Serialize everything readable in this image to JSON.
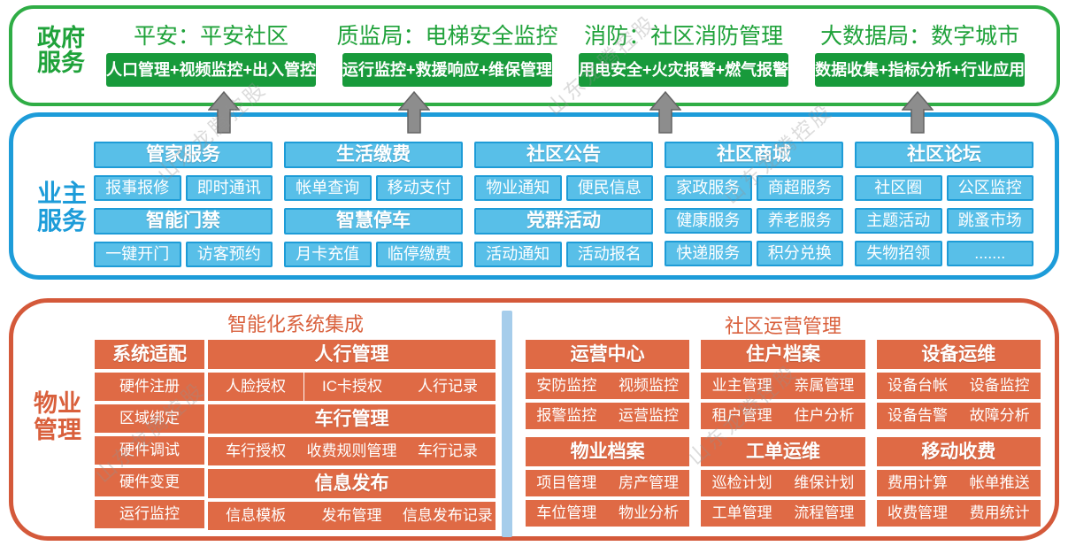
{
  "watermark": {
    "text": "山东龙腾控股"
  },
  "colors": {
    "green_accent": "#1FA23A",
    "green_button": "#189A3B",
    "green_border": "#2FAD45",
    "blue_accent": "#1D9CD9",
    "blue_fill": "#58BFE8",
    "orange_accent": "#D9603C",
    "orange_fill": "#DF6A45",
    "orange_border": "#D4593A",
    "divider_blue": "#A6CDEB",
    "arrow_gray": "#8D8D8D"
  },
  "government": {
    "label": [
      "政府",
      "服务"
    ],
    "columns": [
      {
        "title": "平安：平安社区",
        "button": "人口管理+视频监控+出入管控"
      },
      {
        "title": "质监局：电梯安全监控",
        "button": "运行监控+救援响应+维保管理"
      },
      {
        "title": "消防：社区消防管理",
        "button": "用电安全+火灾报警+燃气报警"
      },
      {
        "title": "大数据局：数字城市",
        "button": "数据收集+指标分析+行业应用"
      }
    ]
  },
  "owner": {
    "label": [
      "业主",
      "服务"
    ],
    "columns": [
      {
        "header1": "管家服务",
        "row1": [
          "报事报修",
          "即时通讯"
        ],
        "header2": "智能门禁",
        "row2": [
          "一键开门",
          "访客预约"
        ]
      },
      {
        "header1": "生活缴费",
        "row1": [
          "帐单查询",
          "移动支付"
        ],
        "header2": "智慧停车",
        "row2": [
          "月卡充值",
          "临停缴费"
        ]
      },
      {
        "header1": "社区公告",
        "row1": [
          "物业通知",
          "便民信息"
        ],
        "header2": "党群活动",
        "row2": [
          "活动通知",
          "活动报名"
        ]
      },
      {
        "header1": "社区商城",
        "row1": [
          "家政服务",
          "商超服务"
        ],
        "row2": [
          "健康服务",
          "养老服务"
        ],
        "row3": [
          "快递服务",
          "积分兑换"
        ]
      },
      {
        "header1": "社区论坛",
        "row1": [
          "社区圈",
          "公区监控"
        ],
        "row2": [
          "主题活动",
          "跳蚤市场"
        ],
        "row3": [
          "失物招领",
          "......."
        ]
      }
    ]
  },
  "property": {
    "label": [
      "物业",
      "管理"
    ],
    "left_title": "智能化系统集成",
    "right_title": "社区运营管理",
    "system_col": {
      "header": "系统适配",
      "cells": [
        "硬件注册",
        "区域绑定",
        "硬件调试",
        "硬件变更",
        "运行监控"
      ]
    },
    "main_col": [
      {
        "header": "人行管理",
        "items": [
          "人脸授权",
          "IC卡授权",
          "人行记录"
        ]
      },
      {
        "header": "车行管理",
        "items": [
          "车行授权",
          "收费规则管理",
          "车行记录"
        ]
      },
      {
        "header": "信息发布",
        "items": [
          "信息模板",
          "发布管理",
          "信息发布记录"
        ]
      }
    ],
    "right_columns": [
      {
        "blocks": [
          {
            "header": "运营中心",
            "rows": [
              [
                "安防监控",
                "视频监控"
              ],
              [
                "报警监控",
                "运营监控"
              ]
            ]
          },
          {
            "header": "物业档案",
            "rows": [
              [
                "项目管理",
                "房产管理"
              ],
              [
                "车位管理",
                "物业分析"
              ]
            ]
          }
        ]
      },
      {
        "blocks": [
          {
            "header": "住户档案",
            "rows": [
              [
                "业主管理",
                "亲属管理"
              ],
              [
                "租户管理",
                "住户分析"
              ]
            ]
          },
          {
            "header": "工单运维",
            "rows": [
              [
                "巡检计划",
                "维保计划"
              ],
              [
                "工单管理",
                "流程管理"
              ]
            ]
          }
        ]
      },
      {
        "blocks": [
          {
            "header": "设备运维",
            "rows": [
              [
                "设备台帐",
                "设备监控"
              ],
              [
                "设备告警",
                "故障分析"
              ]
            ]
          },
          {
            "header": "移动收费",
            "rows": [
              [
                "费用计算",
                "帐单推送"
              ],
              [
                "收费管理",
                "费用统计"
              ]
            ]
          }
        ]
      }
    ]
  }
}
